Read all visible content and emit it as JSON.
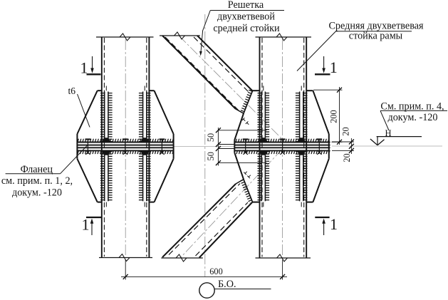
{
  "labels": {
    "lattice": {
      "line1": "Решетка",
      "line2": "двухветвевой",
      "line3": "средней стойки"
    },
    "column": {
      "line1": "Средняя двухветвевая",
      "line2": "стойка рамы"
    },
    "note_right": {
      "line1": "См. прим. п. 4,",
      "line2": "докум. -120"
    },
    "flange_note": {
      "line1": "Фланец",
      "line2": "см. прим. п. 1, 2,",
      "line3": "докум. -120"
    },
    "thickness": "t6",
    "level_mark": "Н",
    "base_point": "Б.О."
  },
  "dimensions": {
    "gusset_height": "200",
    "flange_plate_top": "20",
    "flange_plate_bottom": "20",
    "gap_top": "50",
    "gap_bottom": "50",
    "branch_spacing": "600"
  },
  "section_marks": {
    "label": "1"
  },
  "colors": {
    "ink": "#141414",
    "light": "#909090",
    "background": "#ffffff"
  }
}
